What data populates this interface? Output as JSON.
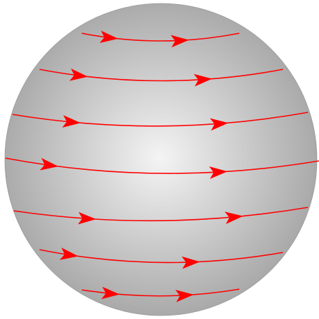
{
  "diagram": {
    "sphere": {
      "gradient_center_color": "#f4f4f4",
      "gradient_edge_color": "#aaaaaa",
      "outline_color": "#9a9a9a"
    },
    "field_lines": {
      "color": "#ff0000",
      "direction": "left-to-right",
      "count": 7,
      "arrows_per_line": 2
    }
  }
}
